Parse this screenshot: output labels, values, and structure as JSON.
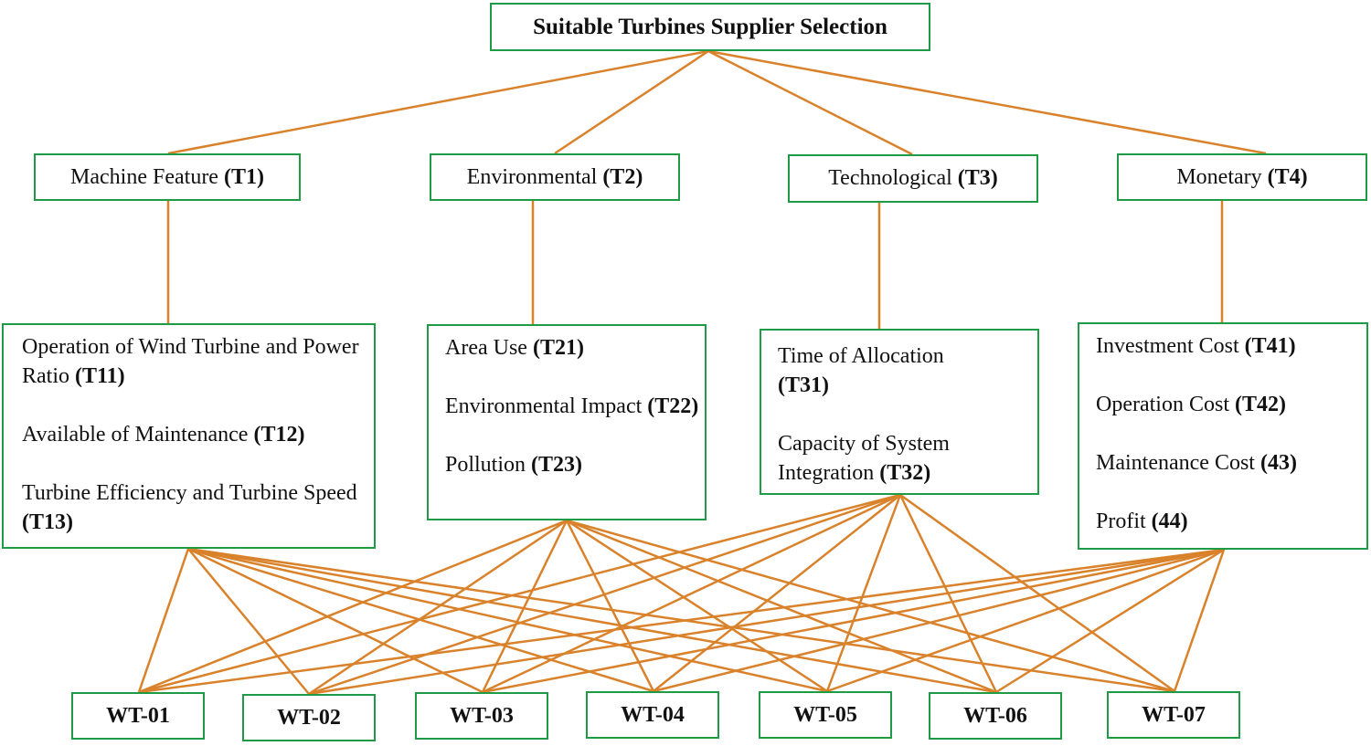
{
  "colors": {
    "box_border": "#1f9a45",
    "connector": "#d9822b"
  },
  "goal": {
    "label": "Suitable Turbines Supplier Selection"
  },
  "criteria": [
    {
      "label": "Machine Feature",
      "code": "(T1)"
    },
    {
      "label": "Environmental",
      "code": "(T2)"
    },
    {
      "label": "Technological",
      "code": "(T3)"
    },
    {
      "label": "Monetary",
      "code": "(T4)"
    }
  ],
  "subcriteria": {
    "machine_feature": [
      {
        "label": "Operation of Wind Turbine and Power Ratio",
        "code": "(T11)"
      },
      {
        "label": "Available of Maintenance",
        "code": "(T12)"
      },
      {
        "label": "Turbine Efficiency and Turbine Speed",
        "code": "(T13)"
      }
    ],
    "environmental": [
      {
        "label": "Area Use",
        "code": "(T21)"
      },
      {
        "label": "Environmental Impact",
        "code": "(T22)"
      },
      {
        "label": "Pollution",
        "code": "(T23)"
      }
    ],
    "technological": [
      {
        "label": "Time of Allocation",
        "code": "(T31)"
      },
      {
        "label": "Capacity of System Integration",
        "code": "(T32)"
      }
    ],
    "monetary": [
      {
        "label": "Investment Cost",
        "code": "(T41)"
      },
      {
        "label": "Operation Cost",
        "code": "(T42)"
      },
      {
        "label": "Maintenance Cost",
        "code": "(43)"
      },
      {
        "label": "Profit",
        "code": "(44)"
      }
    ]
  },
  "alternatives": [
    "WT-01",
    "WT-02",
    "WT-03",
    "WT-04",
    "WT-05",
    "WT-06",
    "WT-07"
  ]
}
